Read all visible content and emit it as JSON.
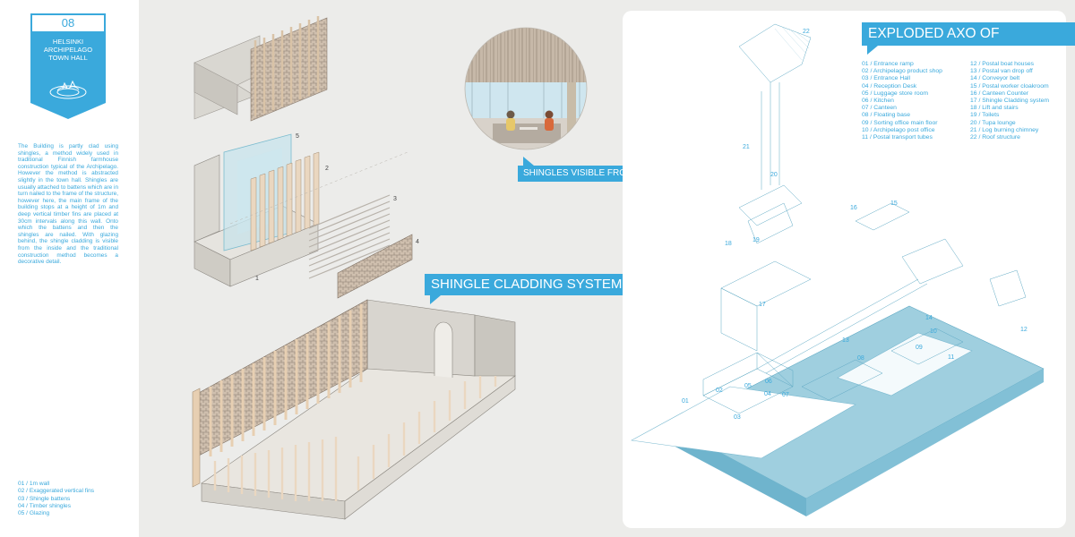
{
  "sidebar": {
    "badge_number": "08",
    "title_lines": [
      "HELSINKI",
      "ARCHIPELAGO",
      "TOWN HALL"
    ],
    "description": "The Building is partly clad using shingles, a method widely used in traditional Finnish farmhouse construction typical of the Archipelago. However the method is abstracted slightly in the town hall. Shingles are usually attached to battens which are in turn nailed to the frame of the structure, however here, the main frame of the building stops at a height of 1m and deep vertical timber fins are placed at 30cm intervals along this wall. Onto which the battens and then the shingles are nailed. With glazing behind, the shingle cladding is visible from the inside and the traditional construction method becomes a decorative detail.",
    "legend": [
      "01 / 1m wall",
      "02 / Exaggerated vertical fins",
      "03 / Shingle battens",
      "04 / Timber shingles",
      "05 / Glazing"
    ]
  },
  "diagram": {
    "exploded_labels": [
      "1",
      "2",
      "3",
      "4",
      "5"
    ],
    "callout_interior": "SHINGLES VISIBLE FROM INTERIOR",
    "callout_system": "SHINGLE CLADDING SYSTEM"
  },
  "axo": {
    "title": "EXPLODED AXO OF CLUBHOUSE",
    "legend_col1": [
      "01 / Entrance ramp",
      "02 / Archipelago product shop",
      "03 / Entrance Hall",
      "04 / Reception Desk",
      "05 / Luggage store room",
      "06 / Kitchen",
      "07 / Canteen",
      "08 / Floating base",
      "09 / Sorting office main floor",
      "10 / Archipelago post office",
      "11 / Postal transport tubes"
    ],
    "legend_col2": [
      "12 / Postal boat houses",
      "13 / Postal van drop off",
      "14 / Conveyor belt",
      "15 / Postal worker cloakroom",
      "16 / Canteen Counter",
      "17 / Shingle Cladding system",
      "18 / Lift and stairs",
      "19 / Toilets",
      "20 / Tupa lounge",
      "21 / Log burning chimney",
      "22 / Roof structure"
    ],
    "numbers": [
      "22",
      "21",
      "20",
      "19",
      "18",
      "17",
      "16",
      "15",
      "14",
      "13",
      "12",
      "11",
      "10",
      "09",
      "08",
      "07",
      "06",
      "05",
      "04",
      "03",
      "02",
      "01"
    ]
  },
  "colors": {
    "accent": "#3aa9dc",
    "water": "#9fcfdf",
    "timber": "#e7cfb2",
    "wall": "#d4d2cc"
  }
}
